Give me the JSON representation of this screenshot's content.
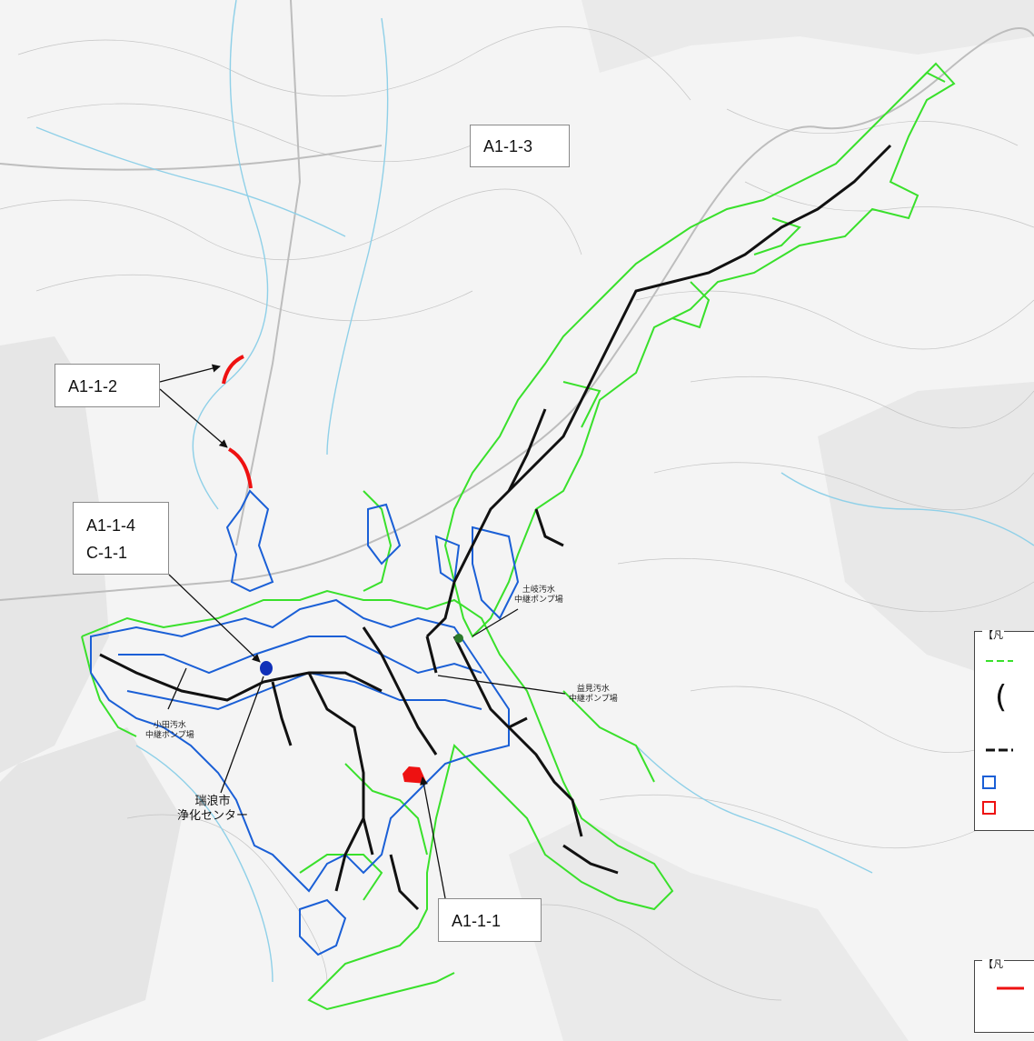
{
  "map": {
    "background_color": "#f2f2f2",
    "line_colors": {
      "planning_area": "#39e02b",
      "treatment_area": "#1a5fd6",
      "trunk_sewer": "#111111",
      "target_item": "#ee1111",
      "river": "#8fd0e8"
    }
  },
  "callouts": {
    "a113": "A1-1-3",
    "a112": "A1-1-2",
    "a114": "A1-1-4",
    "c11": "C-1-1",
    "a111": "A1-1-1"
  },
  "places": {
    "toki_pump_line1": "土岐汚水",
    "toki_pump_line2": "中継ポンプ場",
    "masumi_pump_line1": "益見汚水",
    "masumi_pump_line2": "中継ポンプ場",
    "koda_pump_line1": "小田汚水",
    "koda_pump_line2": "中継ポンプ場",
    "center_line1": "瑞浪市",
    "center_line2": "浄化センター"
  },
  "legend": {
    "box1_title": "【凡",
    "box1_symbol": "(",
    "box2_title": "【凡"
  }
}
